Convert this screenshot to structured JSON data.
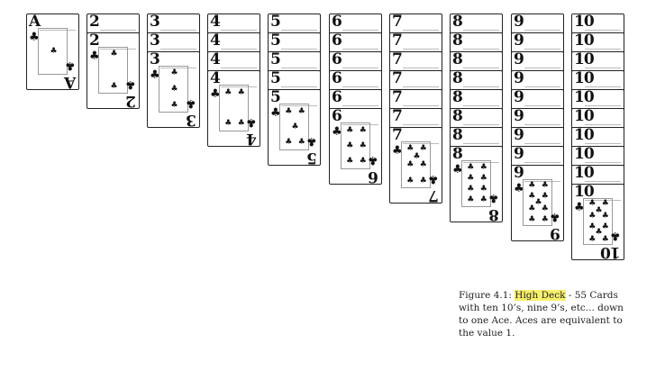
{
  "figure": {
    "suit_symbol": "♣",
    "columns": [
      {
        "rank": "A",
        "count": 1
      },
      {
        "rank": "2",
        "count": 2
      },
      {
        "rank": "3",
        "count": 3
      },
      {
        "rank": "4",
        "count": 4
      },
      {
        "rank": "5",
        "count": 5
      },
      {
        "rank": "6",
        "count": 6
      },
      {
        "rank": "7",
        "count": 7
      },
      {
        "rank": "8",
        "count": 8
      },
      {
        "rank": "9",
        "count": 9
      },
      {
        "rank": "10",
        "count": 10
      }
    ]
  },
  "caption": {
    "prefix": "Figure 4.1: ",
    "highlight": "High Deck",
    "text": " - 55 Cards with ten 10’s, nine 9’s, etc... down to one Ace. Aces are equivalent to the value 1.",
    "highlight_color": "#f8f06a"
  }
}
